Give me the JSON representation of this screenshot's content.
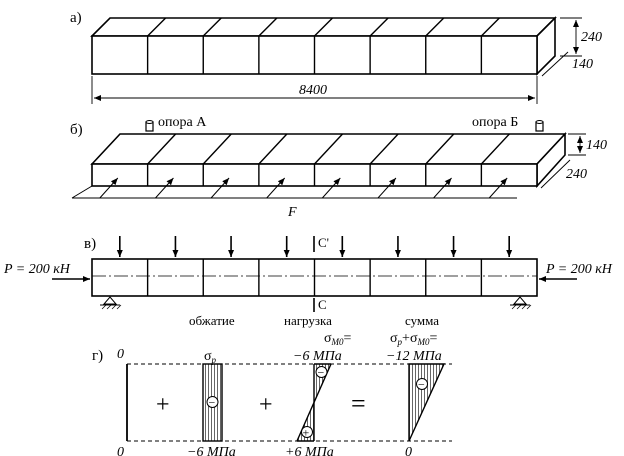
{
  "panels": {
    "a": {
      "label": "а)",
      "dim_height": "240",
      "dim_depth": "140",
      "dim_length": "8400",
      "blocks": 8
    },
    "b": {
      "label": "б)",
      "support_a": "опора А",
      "support_b": "опора Б",
      "dim_height": "140",
      "dim_depth": "240",
      "force_label": "F",
      "blocks": 8
    },
    "v": {
      "label": "в)",
      "force_left": "P = 200 кН",
      "force_right": "P = 200 кН",
      "section_top": "C'",
      "section_bottom": "C",
      "caption_compression": "обжатие",
      "caption_load": "нагрузка",
      "caption_sum": "сумма",
      "blocks": 8
    },
    "g": {
      "label": "г)",
      "zero_top": "0",
      "zero_bottom": "0",
      "sigma_p": "σ",
      "sigma_p_sub": "p",
      "load_formula_sigma": "σ",
      "load_formula_sub": "M0",
      "load_formula_eq": "=",
      "load_value": "−6 МПа",
      "sum_formula_a": "σ",
      "sum_formula_a_sub": "p",
      "sum_formula_plus": "+σ",
      "sum_formula_b_sub": "M0",
      "sum_formula_eq": "=",
      "sum_value": "−12 МПа",
      "compression_value": "−6 МПа",
      "tension_value": "+6 МПа",
      "sum_bottom_zero": "0",
      "plus1": "+",
      "plus2": "+",
      "equals": "=",
      "minus_sign": "−",
      "plus_sign": "+"
    }
  }
}
